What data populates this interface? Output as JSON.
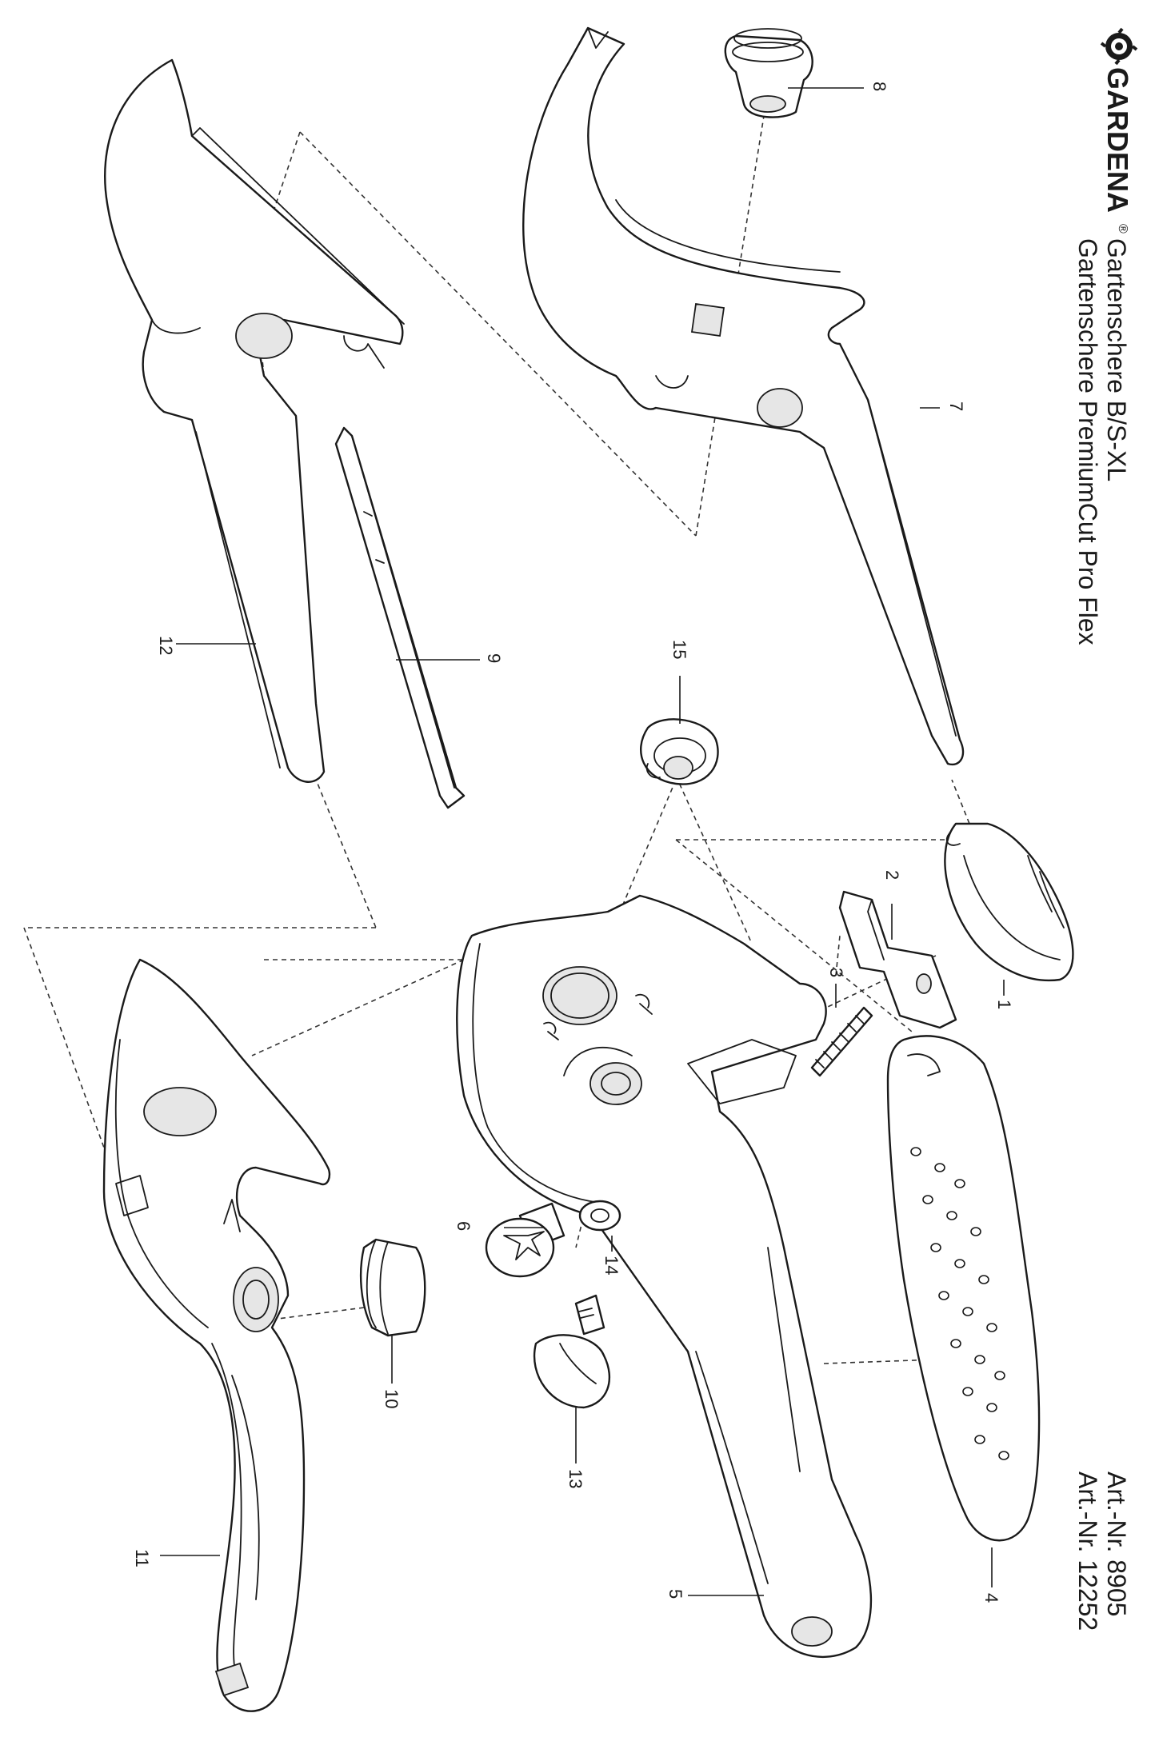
{
  "header": {
    "brand": "GARDENA",
    "registered_mark": "®",
    "title_line1": "Gartenschere B/S-XL",
    "title_line2": "Gartenschere PremiumCut Pro Flex",
    "article_line1": "Art.-Nr. 8905",
    "article_line2": "Art.-Nr. 12252"
  },
  "parts": [
    {
      "id": "1",
      "label": "1",
      "icon": "blade-cap-icon"
    },
    {
      "id": "2",
      "label": "2",
      "icon": "bracket-icon"
    },
    {
      "id": "3",
      "label": "3",
      "icon": "spring-icon"
    },
    {
      "id": "4",
      "label": "4",
      "icon": "grip-insert-icon"
    },
    {
      "id": "5",
      "label": "5",
      "icon": "upper-handle-icon"
    },
    {
      "id": "6",
      "label": "6",
      "icon": "screw-icon"
    },
    {
      "id": "7",
      "label": "7",
      "icon": "upper-blade-icon"
    },
    {
      "id": "8",
      "label": "8",
      "icon": "nut-icon"
    },
    {
      "id": "9",
      "label": "9",
      "icon": "spacer-plate-icon"
    },
    {
      "id": "10",
      "label": "10",
      "icon": "bushing-icon"
    },
    {
      "id": "11",
      "label": "11",
      "icon": "lower-handle-icon"
    },
    {
      "id": "12",
      "label": "12",
      "icon": "lower-blade-icon"
    },
    {
      "id": "13",
      "label": "13",
      "icon": "adjust-knob-icon"
    },
    {
      "id": "14",
      "label": "14",
      "icon": "washer-icon"
    },
    {
      "id": "15",
      "label": "15",
      "icon": "pivot-nut-icon"
    }
  ]
}
